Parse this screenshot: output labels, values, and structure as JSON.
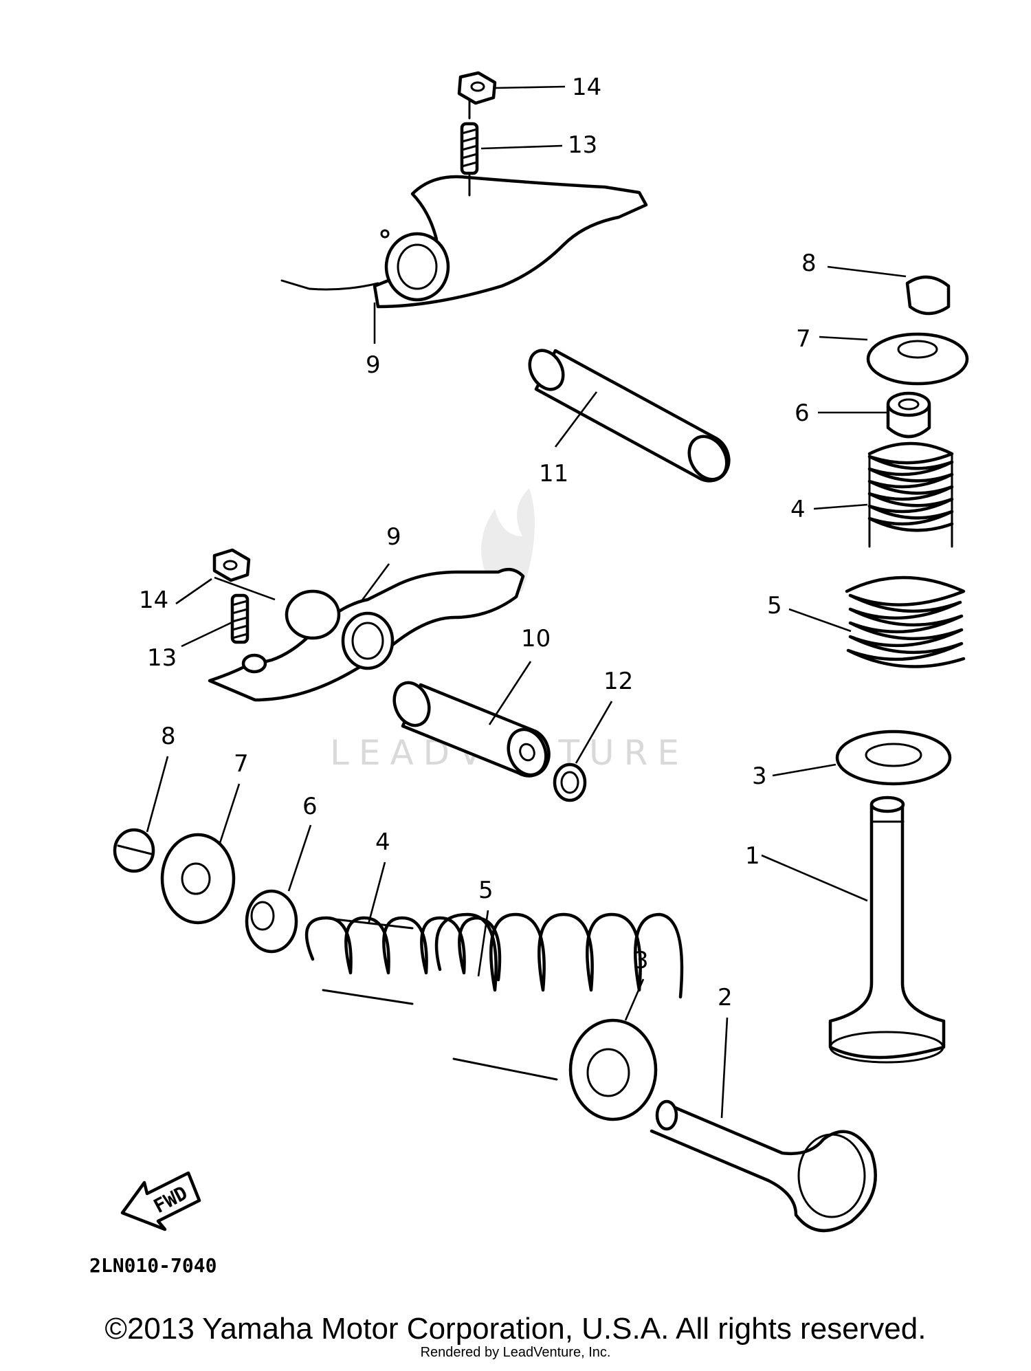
{
  "diagram": {
    "callouts": {
      "c1": "1",
      "c2": "2",
      "c3a": "3",
      "c3b": "3",
      "c4a": "4",
      "c4b": "4",
      "c5a": "5",
      "c5b": "5",
      "c6a": "6",
      "c6b": "6",
      "c7a": "7",
      "c7b": "7",
      "c8a": "8",
      "c8b": "8",
      "c9a": "9",
      "c9b": "9",
      "c10": "10",
      "c11": "11",
      "c12": "12",
      "c13a": "13",
      "c13b": "13",
      "c14a": "14",
      "c14b": "14"
    },
    "fwd_label": "FWD",
    "diagram_code": "2LN010-7040",
    "watermark": "LEADVENTURE"
  },
  "footer": {
    "copyright": "©2013 Yamaha Motor Corporation, U.S.A. All rights reserved.",
    "rendered_by": "Rendered by LeadVenture, Inc."
  }
}
